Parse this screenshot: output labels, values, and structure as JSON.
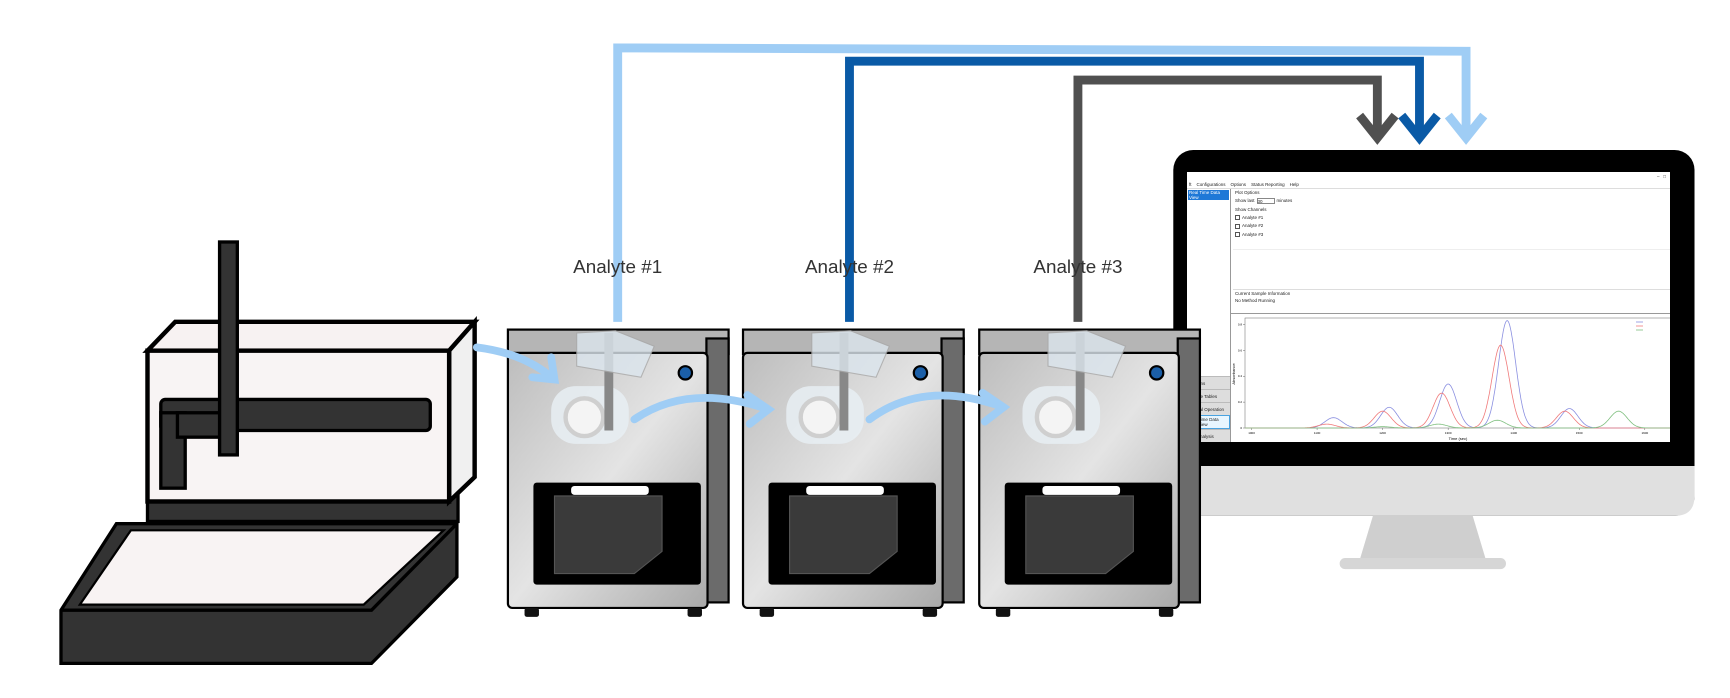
{
  "labels": {
    "analyte1": "Analyte #1",
    "analyte2": "Analyte #2",
    "analyte3": "Analyte #3"
  },
  "colors": {
    "analyte1_line": "#9fcdf5",
    "analyte2_line": "#0a5aa6",
    "analyte3_line": "#505050",
    "transfer_arrow": "#9fcdf5"
  },
  "screen": {
    "menu": [
      "ft",
      "Configurations",
      "Options",
      "Status Reporting",
      "Help"
    ],
    "sidebar_selected": "Real Time Data View",
    "sidebar_buttons": [
      "ions",
      "ple Tables",
      "ual Operation",
      "Time Data View",
      "Analysis"
    ],
    "plot_options_title": "Plot Options",
    "show_last_label": "Show last",
    "show_last_value": "30",
    "minutes_label": "minutes",
    "show_channels_label": "Show Channels",
    "channels": [
      "Analyte #1",
      "Analyte #2",
      "Analyte #3"
    ],
    "current_sample_title": "Current Sample Information",
    "status": "No Method Running"
  },
  "chart_data": {
    "type": "line",
    "xlabel": "Time (sec)",
    "ylabel": "Absorbance",
    "xlim": [
      990,
      1640
    ],
    "ylim": [
      0,
      0.85
    ],
    "x_ticks": [
      1000,
      1100,
      1200,
      1300,
      1400,
      1500,
      1600
    ],
    "y_ticks": [
      0,
      0.2,
      0.4,
      0.6,
      0.8
    ],
    "series": [
      {
        "color": "#8a8fe0",
        "peaks": [
          [
            1125,
            0.08
          ],
          [
            1210,
            0.16
          ],
          [
            1300,
            0.34
          ],
          [
            1390,
            0.83
          ],
          [
            1485,
            0.15
          ]
        ]
      },
      {
        "color": "#f07a7a",
        "peaks": [
          [
            1115,
            0.03
          ],
          [
            1200,
            0.13
          ],
          [
            1290,
            0.27
          ],
          [
            1380,
            0.64
          ],
          [
            1478,
            0.13
          ]
        ]
      },
      {
        "color": "#7fbf7f",
        "peaks": [
          [
            1200,
            0.01
          ],
          [
            1285,
            0.03
          ],
          [
            1375,
            0.06
          ],
          [
            1560,
            0.13
          ]
        ]
      }
    ]
  }
}
